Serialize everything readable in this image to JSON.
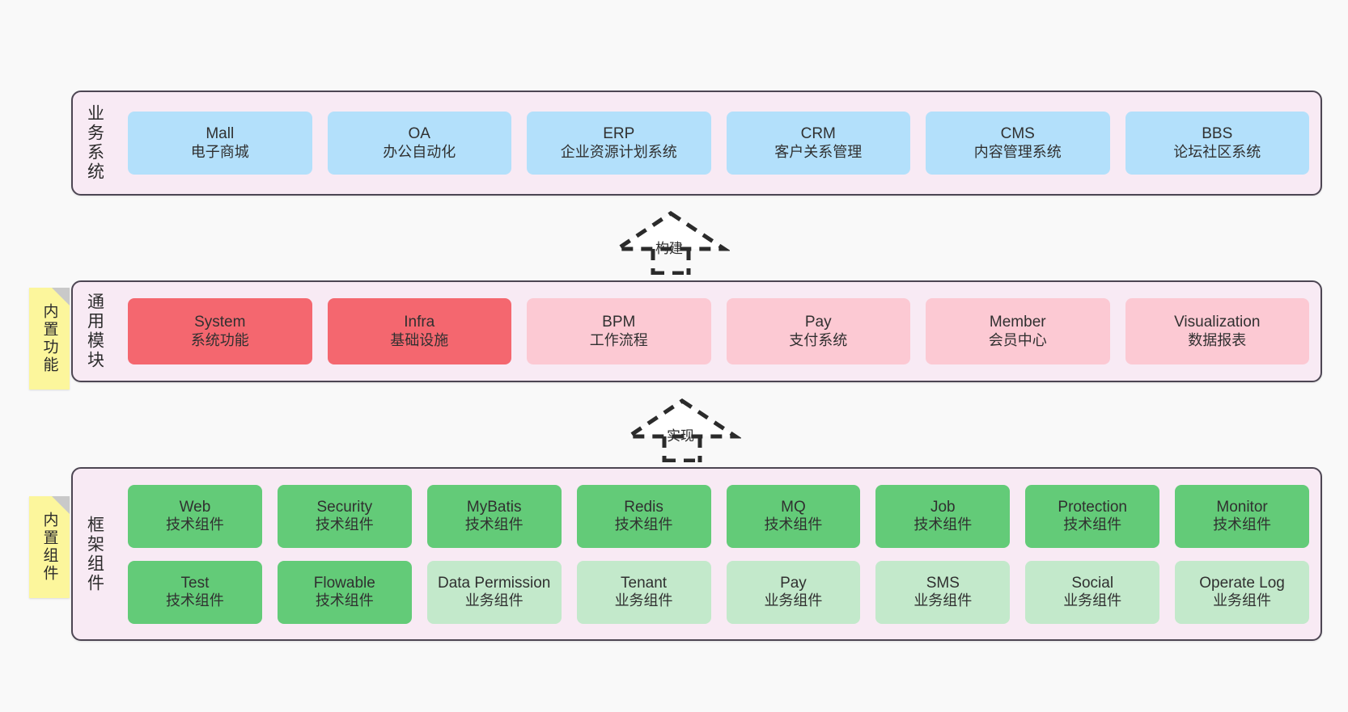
{
  "page": {
    "background_color": "#f9f9f9",
    "panel_fill": "#f8eaf4",
    "panel_border": "#4d4653"
  },
  "layers": [
    {
      "id": "business-system",
      "title": "业务系统",
      "rows": [
        [
          {
            "en": "Mall",
            "cn": "电子商城",
            "style": "blue"
          },
          {
            "en": "OA",
            "cn": "办公自动化",
            "style": "blue"
          },
          {
            "en": "ERP",
            "cn": "企业资源计划系统",
            "style": "blue"
          },
          {
            "en": "CRM",
            "cn": "客户关系管理",
            "style": "blue"
          },
          {
            "en": "CMS",
            "cn": "内容管理系统",
            "style": "blue"
          },
          {
            "en": "BBS",
            "cn": "论坛社区系统",
            "style": "blue"
          }
        ]
      ]
    },
    {
      "id": "common-module",
      "title": "通用模块",
      "note": "内置功能",
      "rows": [
        [
          {
            "en": "System",
            "cn": "系统功能",
            "style": "red"
          },
          {
            "en": "Infra",
            "cn": "基础设施",
            "style": "red"
          },
          {
            "en": "BPM",
            "cn": "工作流程",
            "style": "pinkl"
          },
          {
            "en": "Pay",
            "cn": "支付系统",
            "style": "pinkl"
          },
          {
            "en": "Member",
            "cn": "会员中心",
            "style": "pinkl"
          },
          {
            "en": "Visualization",
            "cn": "数据报表",
            "style": "pinkl"
          }
        ]
      ]
    },
    {
      "id": "framework-component",
      "title": "框架组件",
      "note": "内置组件",
      "rows": [
        [
          {
            "en": "Web",
            "cn": "技术组件",
            "style": "green"
          },
          {
            "en": "Security",
            "cn": "技术组件",
            "style": "green"
          },
          {
            "en": "MyBatis",
            "cn": "技术组件",
            "style": "green"
          },
          {
            "en": "Redis",
            "cn": "技术组件",
            "style": "green"
          },
          {
            "en": "MQ",
            "cn": "技术组件",
            "style": "green"
          },
          {
            "en": "Job",
            "cn": "技术组件",
            "style": "green"
          },
          {
            "en": "Protection",
            "cn": "技术组件",
            "style": "green"
          },
          {
            "en": "Monitor",
            "cn": "技术组件",
            "style": "green"
          }
        ],
        [
          {
            "en": "Test",
            "cn": "技术组件",
            "style": "green"
          },
          {
            "en": "Flowable",
            "cn": "技术组件",
            "style": "green"
          },
          {
            "en": "Data Permission",
            "cn": "业务组件",
            "style": "greenl"
          },
          {
            "en": "Tenant",
            "cn": "业务组件",
            "style": "greenl"
          },
          {
            "en": "Pay",
            "cn": "业务组件",
            "style": "greenl"
          },
          {
            "en": "SMS",
            "cn": "业务组件",
            "style": "greenl"
          },
          {
            "en": "Social",
            "cn": "业务组件",
            "style": "greenl"
          },
          {
            "en": "Operate Log",
            "cn": "业务组件",
            "style": "greenl"
          }
        ]
      ]
    }
  ],
  "connectors": [
    {
      "id": "build",
      "label": "构建",
      "from": "common-module",
      "to": "business-system"
    },
    {
      "id": "implement",
      "label": "实现",
      "from": "framework-component",
      "to": "common-module"
    }
  ],
  "colors": {
    "blue": "#b3e0fb",
    "red": "#f4676f",
    "pink_light": "#fcc9d3",
    "green": "#63cb78",
    "green_light": "#c3e9cb",
    "note_yellow": "#fcf69c",
    "note_fold": "#c9c9c9"
  }
}
